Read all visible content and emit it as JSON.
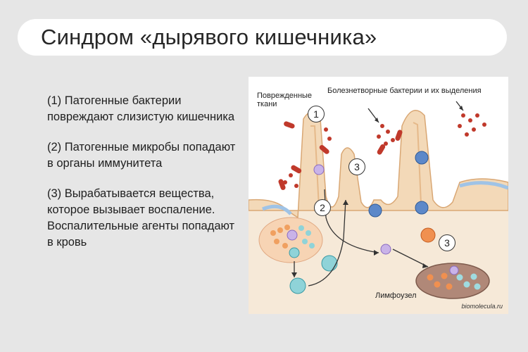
{
  "title": "Синдром «дырявого кишечника»",
  "bullets": [
    "(1) Патогенные бактерии повреждают слизистую кишечника",
    "(2) Патогенные микробы попадают в органы иммунитета",
    "(3) Вырабатывается вещества, которое вызывает воспаление. Воспалительные агенты попадают в кровь"
  ],
  "figure": {
    "label_damaged": "Поврежденные ткани",
    "label_bacteria": "Болезнетворные бактерии и их выделения",
    "label_lymph": "Лимфоузел",
    "source": "biomolecula.ru",
    "markers": [
      "1",
      "2",
      "3",
      "3"
    ]
  }
}
